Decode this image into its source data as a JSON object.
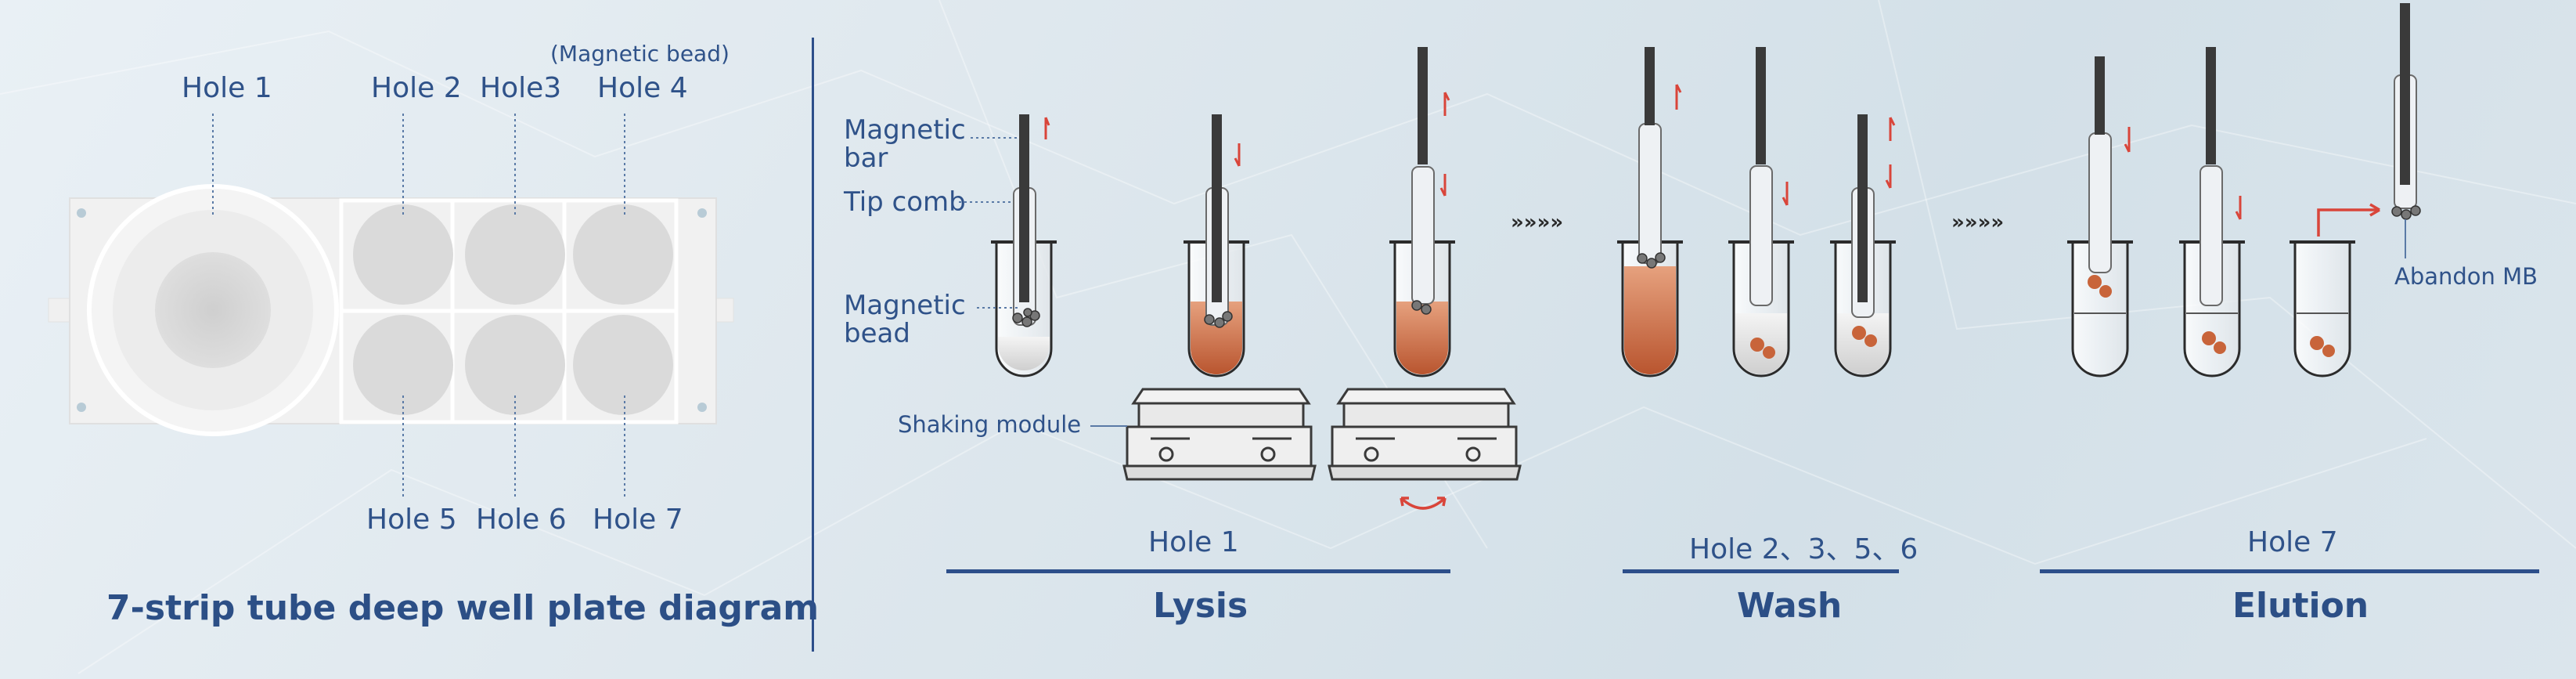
{
  "plate": {
    "title": "7-strip tube deep well plate diagram",
    "bead_note": "(Magnetic bead)",
    "holes_top": [
      "Hole 1",
      "Hole 2",
      "Hole3",
      "Hole 4"
    ],
    "holes_bottom": [
      "Hole 5",
      "Hole 6",
      "Hole 7"
    ]
  },
  "parts": {
    "magnetic_bar": "Magnetic\nbar",
    "tip_comb": "Tip comb",
    "magnetic_bead": "Magnetic\nbead",
    "shaking_module": "Shaking module",
    "abandon": "Abandon MB"
  },
  "steps": [
    {
      "holes": "Hole 1",
      "name": "Lysis"
    },
    {
      "holes": "Hole 2、3、5、6",
      "name": "Wash"
    },
    {
      "holes": "Hole 7",
      "name": "Elution"
    }
  ],
  "colors": {
    "text": "#2f5289",
    "accent_red": "#d9453a",
    "sample_orange": "#c8643a"
  }
}
